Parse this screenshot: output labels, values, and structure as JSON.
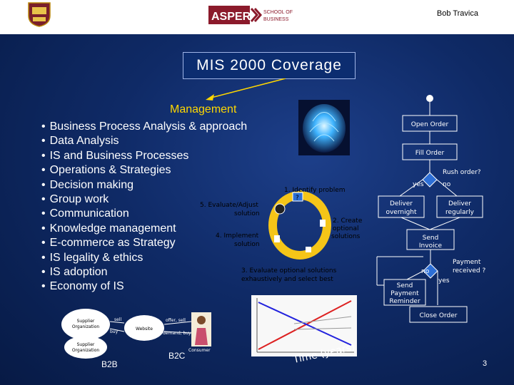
{
  "header": {
    "author": "Bob Travica"
  },
  "title": "MIS 2000 Coverage",
  "management_label": "Management",
  "topics": [
    "Business Process Analysis & approach",
    "Data Analysis",
    "IS and Business Processes",
    "Operations & Strategies",
    "Decision making",
    "Group work",
    "Communication",
    "Knowledge management",
    "E-commerce as Strategy",
    "IS legality & ethics",
    "IS adoption",
    "Economy of IS"
  ],
  "cycle": {
    "step1": "1. Identify problem",
    "step2": [
      "2. Create",
      "optional",
      "solutions"
    ],
    "step3": [
      "3. Evaluate optional solutions",
      "exhaustively and select best"
    ],
    "step4": [
      "4. Implement",
      "solution"
    ],
    "step5": [
      "5. Evaluate/Adjust",
      "solution"
    ],
    "question_mark": "?"
  },
  "flowchart": {
    "open_order": "Open Order",
    "fill_order": "Fill Order",
    "rush_order": "Rush order?",
    "yes1": "yes",
    "no1": "no",
    "deliver_overnight": [
      "Deliver",
      "overnight"
    ],
    "deliver_regularly": [
      "Deliver",
      "regularly"
    ],
    "send_invoice": [
      "Send",
      "Invoice"
    ],
    "payment_received": [
      "Payment",
      "received ?"
    ],
    "no2": "no",
    "yes2": "yes",
    "send_reminder": [
      "Send",
      "Payment",
      "Reminder"
    ],
    "close_order": "Close Order"
  },
  "ecommerce": {
    "supplier_org": [
      "Supplier",
      "Organization"
    ],
    "supplier_org2": [
      "Supplier",
      "Organization"
    ],
    "website": "Website",
    "sell": "sell",
    "buy": "buy",
    "offer_sell": "offer, sell",
    "demand_buy": "demand, buy",
    "consumer": "Consumer",
    "b2b": "B2B",
    "b2c": "B2C"
  },
  "time_axis": "Time (years)",
  "page_number": "3"
}
